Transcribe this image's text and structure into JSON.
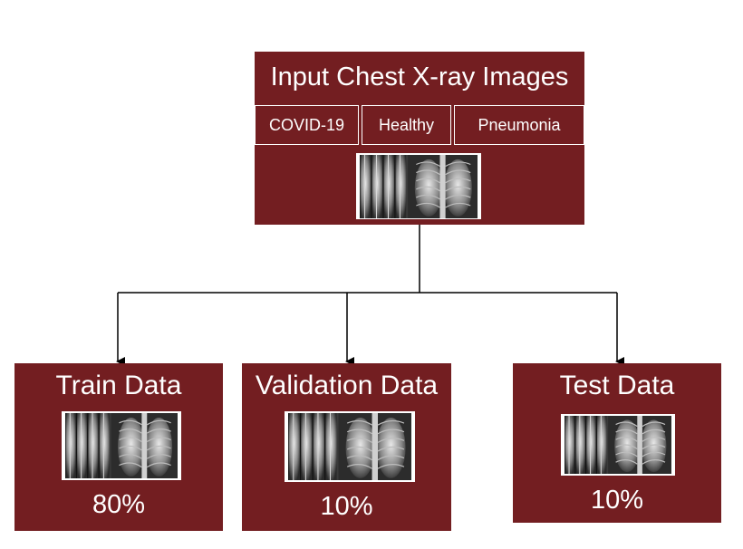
{
  "input": {
    "title": "Input Chest X-ray Images",
    "classes": [
      "COVID-19",
      "Healthy",
      "Pneumonia"
    ]
  },
  "splits": [
    {
      "name": "Train Data",
      "percent_label": "80%",
      "fraction": 0.8
    },
    {
      "name": "Validation Data",
      "percent_label": "10%",
      "fraction": 0.1
    },
    {
      "name": "Test Data",
      "percent_label": "10%",
      "fraction": 0.1
    }
  ],
  "colors": {
    "box": "#731e21",
    "text": "#ffffff",
    "connector": "#000000"
  },
  "icons": {
    "xray": "chest-xray-strip-image"
  }
}
